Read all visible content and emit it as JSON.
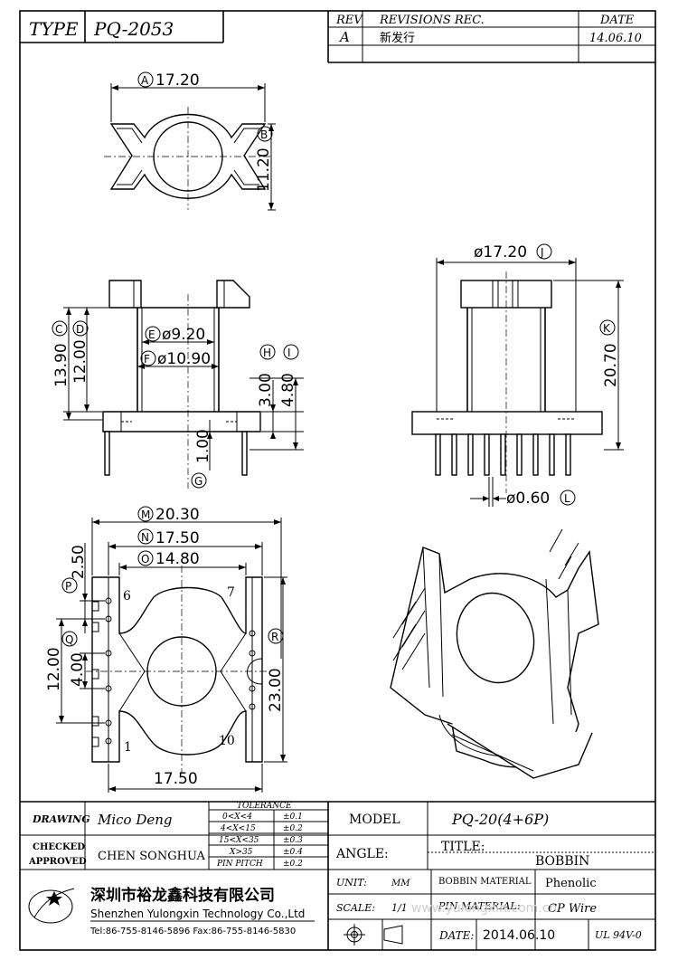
{
  "title_block": {
    "type_label": "TYPE",
    "type_value": "PQ-2053",
    "rev_header": "REV",
    "revisions_header": "REVISIONS REC.",
    "date_header": "DATE",
    "rev": "A",
    "revision_note": "新发行",
    "revision_date": "14.06.10"
  },
  "dimensions": {
    "A": "17.20",
    "B": "11.20",
    "C": "13.90",
    "D": "12.00",
    "E": "ø9.20",
    "F": "ø10.90",
    "G": "1.00",
    "H": "3.00",
    "I": "4.80",
    "J": "ø17.20",
    "K": "20.70",
    "L": "ø0.60",
    "M": "20.30",
    "N": "17.50",
    "O": "14.80",
    "P": "2.50",
    "Q": "4.00",
    "Q_outer": "12.00",
    "R": "23.00",
    "bottom": "17.50"
  },
  "markers": {
    "A": "A",
    "B": "B",
    "C": "C",
    "D": "D",
    "E": "E",
    "F": "F",
    "G": "G",
    "H": "H",
    "I": "I",
    "J": "J",
    "K": "K",
    "L": "L",
    "M": "M",
    "N": "N",
    "O": "O",
    "P": "P",
    "Q": "Q",
    "R": "R"
  },
  "pin_numbers": {
    "p6": "6",
    "p7": "7",
    "p1": "1",
    "p10": "10"
  },
  "footer": {
    "drawing_label": "DRAWING",
    "drawing_value": "Mico Deng",
    "checked_label": "CHECKED",
    "approved_label": "APPROVED",
    "approved_value": "CHEN SONGHUA",
    "tolerance_label": "TOLERANCE",
    "tolerance_rows": [
      {
        "range": "0<X<4",
        "tol": "±0.1"
      },
      {
        "range": "4<X<15",
        "tol": "±0.2"
      },
      {
        "range": "15<X<35",
        "tol": "±0.3"
      },
      {
        "range": "X>35",
        "tol": "±0.4"
      },
      {
        "range": "PIN PITCH",
        "tol": "±0.2"
      }
    ],
    "model_label": "MODEL",
    "model_value": "PQ-20(4+6P)",
    "angle_label": "ANGLE:",
    "title_label": "TITLE:",
    "title_value": "BOBBIN",
    "unit_label": "UNIT:",
    "unit_value": "MM",
    "scale_label": "SCALE:",
    "scale_value": "1/1",
    "bobbin_material_label": "BOBBIN MATERIAL",
    "bobbin_material_value": "Phenolic",
    "pin_material_label": "PIN MATERIAL:",
    "pin_material_value": "CP Wire",
    "date_label": "DATE:",
    "date_value": "2014.06.10",
    "ul_value": "UL 94V-0",
    "company_cn": "深圳市裕龙鑫科技有限公司",
    "company_en": "Shenzhen Yulongxin Technology Co.,Ltd",
    "contact": "Tel:86-755-8146-5896  Fax:86-755-8146-5830",
    "watermark": "www.yulongxin.com.cn"
  }
}
